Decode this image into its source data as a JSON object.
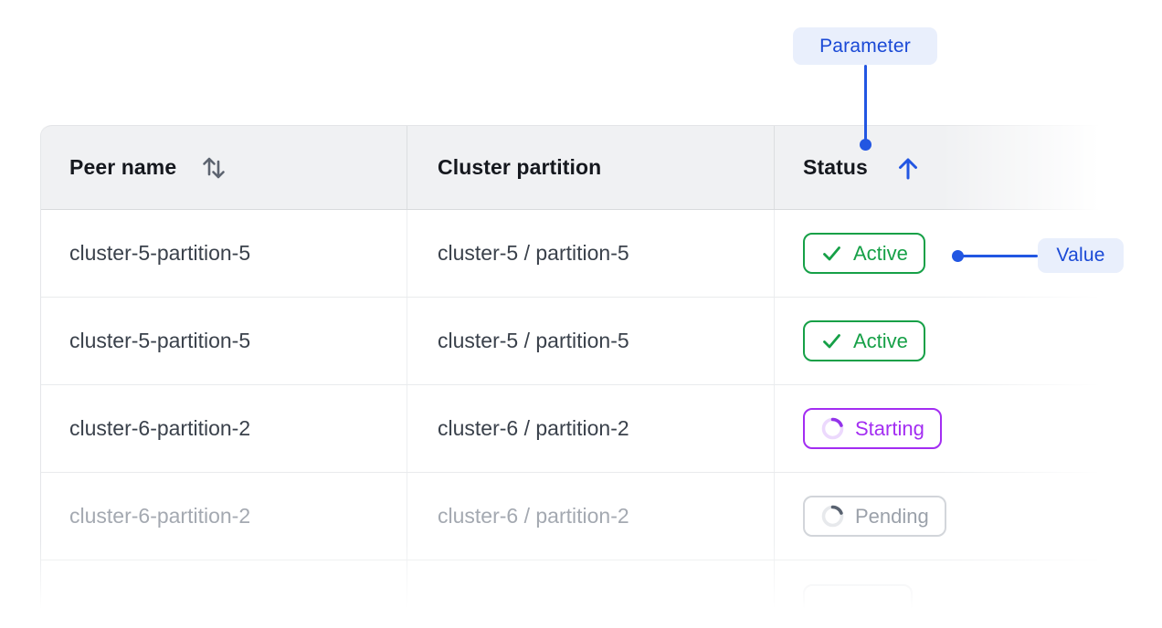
{
  "callouts": {
    "parameter": {
      "label": "Parameter"
    },
    "value": {
      "label": "Value"
    }
  },
  "table": {
    "columns": [
      {
        "label": "Peer name",
        "sortable": true,
        "sort_direction": "none"
      },
      {
        "label": "Cluster partition",
        "sortable": false
      },
      {
        "label": "Status",
        "sortable": true,
        "sort_direction": "ascending"
      }
    ],
    "rows": [
      {
        "peer_name": "cluster-5-partition-5",
        "cluster_partition": "cluster-5 / partition-5",
        "status": {
          "label": "Active",
          "state": "active"
        },
        "muted": false
      },
      {
        "peer_name": "cluster-5-partition-5",
        "cluster_partition": "cluster-5 / partition-5",
        "status": {
          "label": "Active",
          "state": "active"
        },
        "muted": false
      },
      {
        "peer_name": "cluster-6-partition-2",
        "cluster_partition": "cluster-6 / partition-2",
        "status": {
          "label": "Starting",
          "state": "starting"
        },
        "muted": false
      },
      {
        "peer_name": "cluster-6-partition-2",
        "cluster_partition": "cluster-6 / partition-2",
        "status": {
          "label": "Pending",
          "state": "pending"
        },
        "muted": true
      }
    ]
  },
  "colors": {
    "accent_blue": "#2256e2",
    "callout_text": "#1a49d6",
    "callout_bg": "#e9effc",
    "status_active": "#16a047",
    "status_starting": "#a32df2",
    "status_pending_border": "#d2d5da",
    "status_pending_text": "#9ba1aa",
    "header_bg": "#f0f1f3",
    "row_text": "#3a414b",
    "muted_text": "#a4a9b1"
  }
}
